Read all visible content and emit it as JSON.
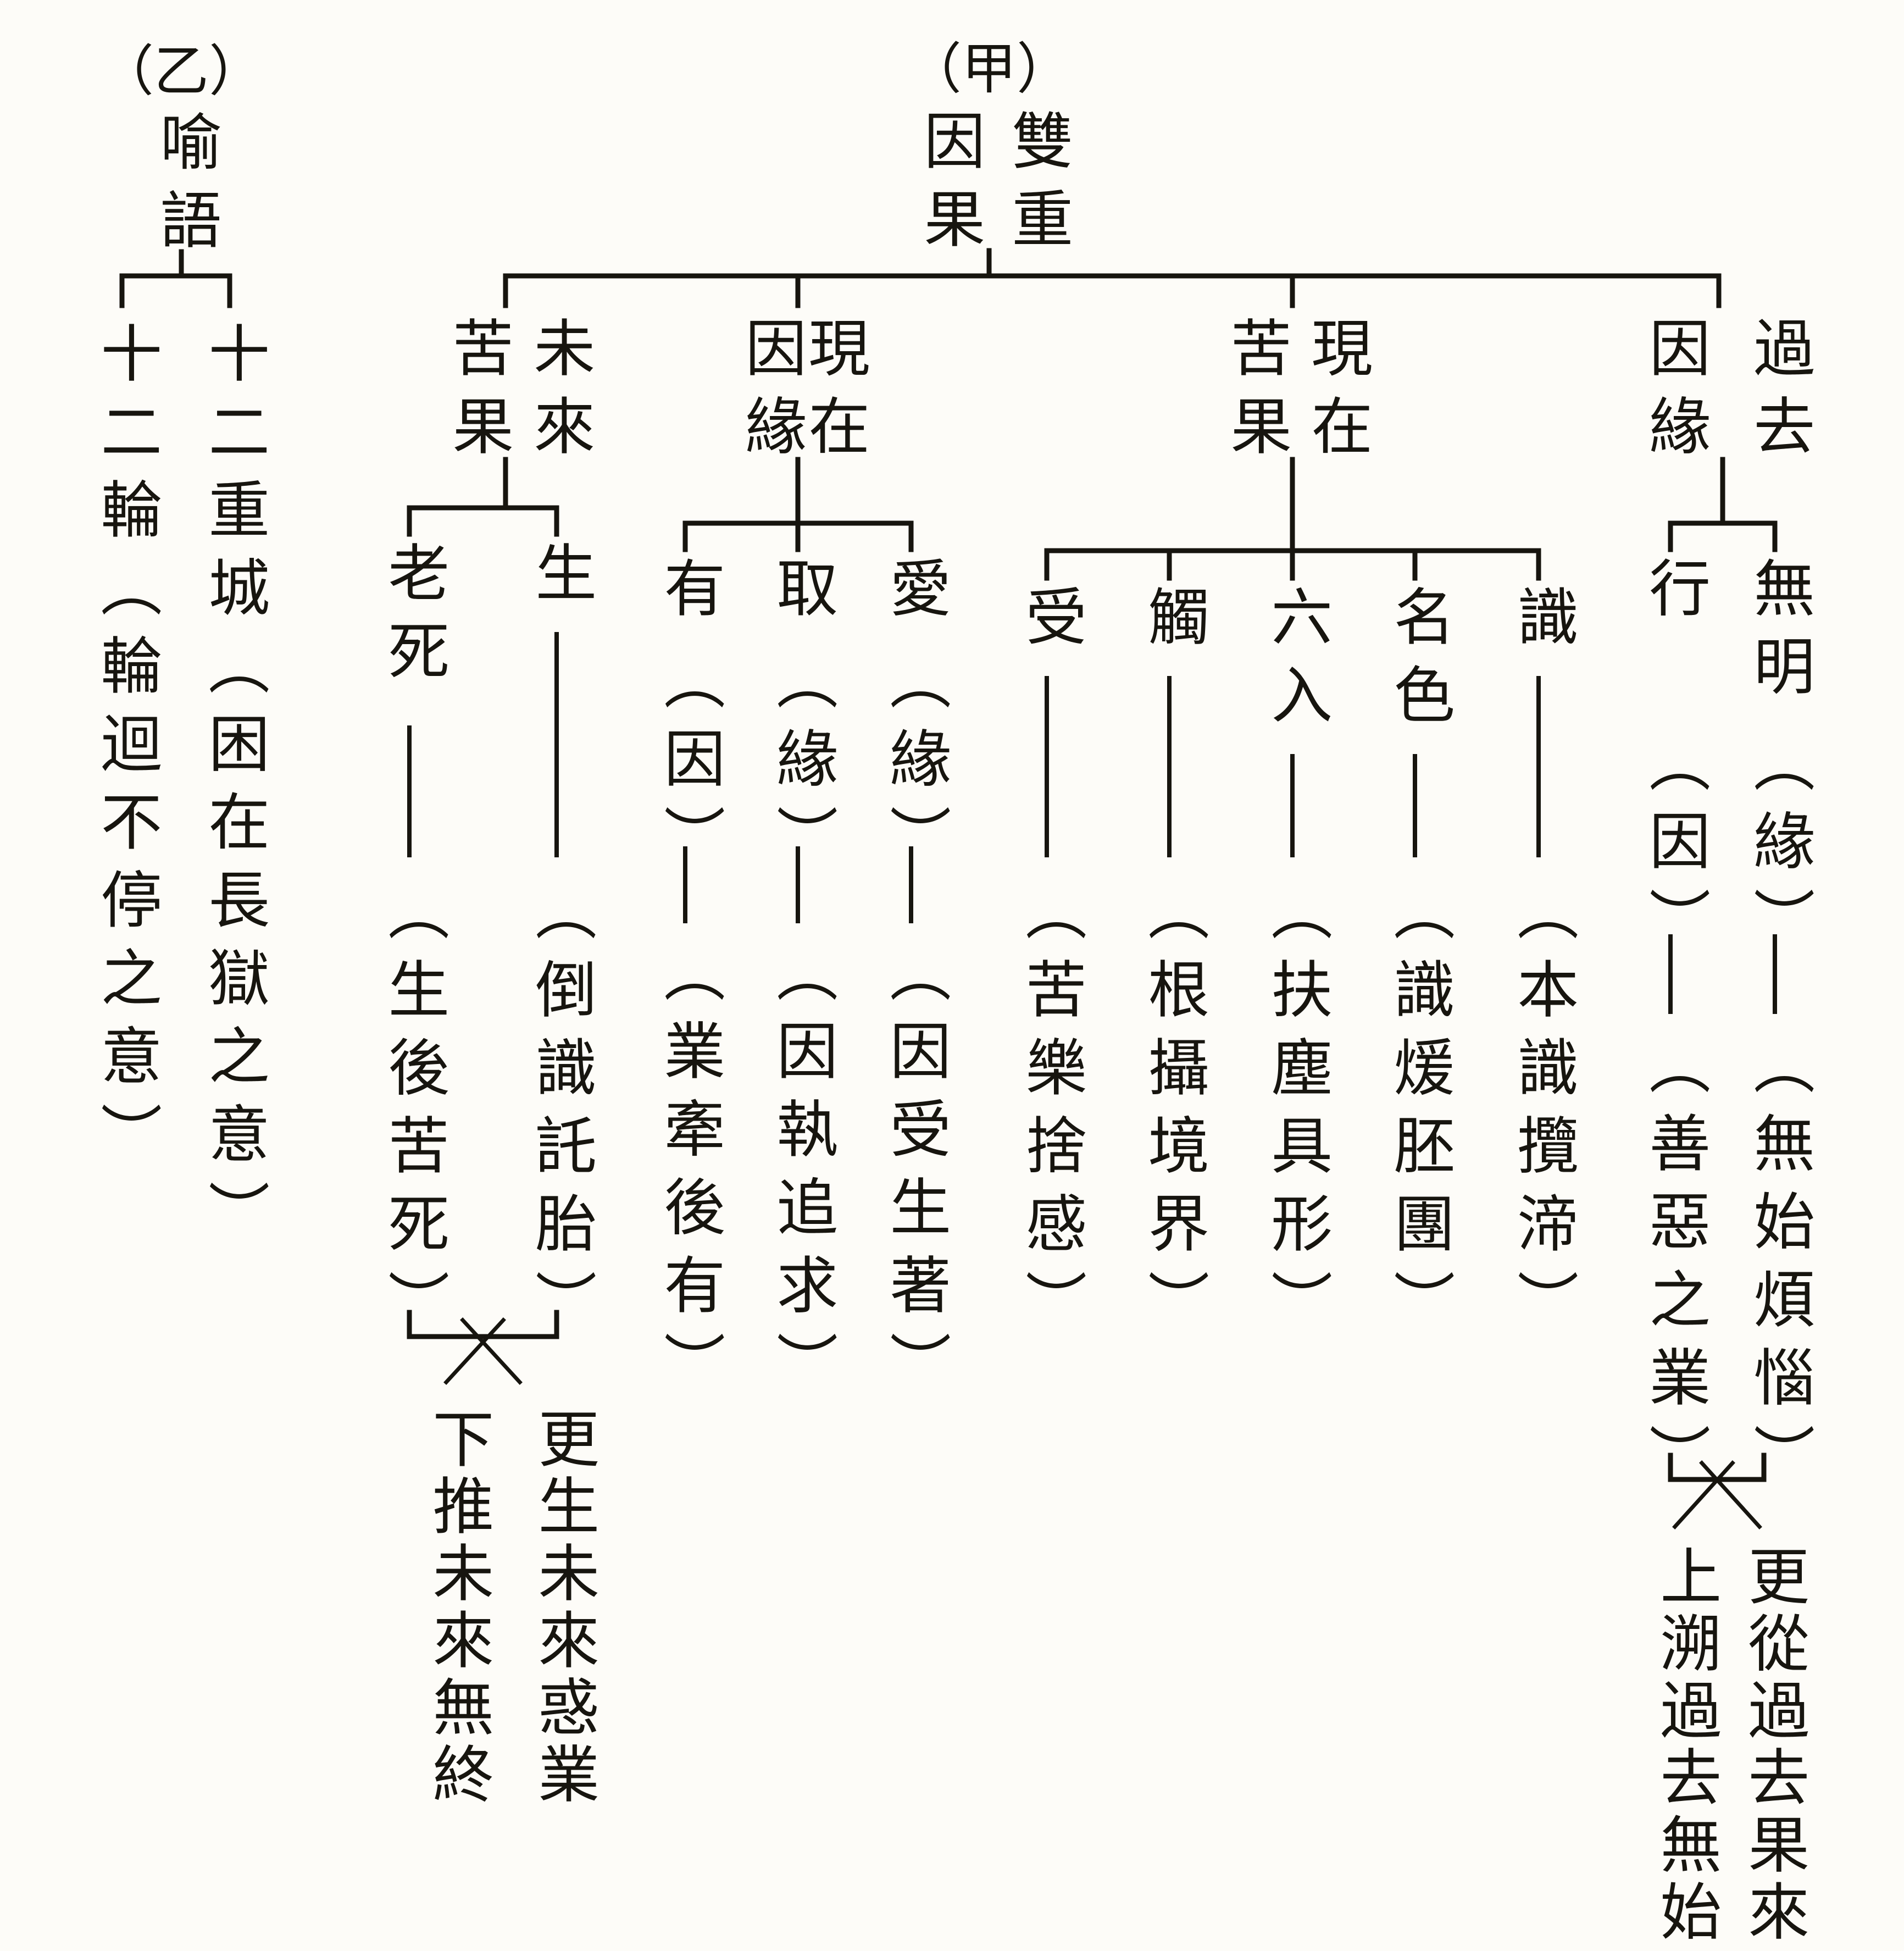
{
  "canvas": {
    "bg": "#fdfcf8",
    "ink": "#17150f"
  },
  "section_jia": {
    "label": "（甲）",
    "title_right": "雙重",
    "title_left": "因果",
    "groups": [
      {
        "name": "past-causes",
        "title_right": "過去",
        "title_left": "因緣",
        "children": [
          {
            "label": "無明",
            "qualifier": "（緣）",
            "annotation": "（無始煩惱）"
          },
          {
            "label": "行",
            "qualifier": "（因）",
            "annotation": "（善惡之業）"
          }
        ],
        "merge_note_right": "更從過去果來",
        "merge_note_left": "上溯過去無始"
      },
      {
        "name": "present-fruits",
        "title_right": "現在",
        "title_left": "苦果",
        "children": [
          {
            "label": "識",
            "annotation": "（本識攬渧）"
          },
          {
            "label": "名色",
            "annotation": "（識煖胚團）"
          },
          {
            "label": "六入",
            "annotation": "（扶塵具形）"
          },
          {
            "label": "觸",
            "annotation": "（根攝境界）"
          },
          {
            "label": "受",
            "annotation": "（苦樂捨感）"
          }
        ]
      },
      {
        "name": "present-causes",
        "title_right": "現在",
        "title_left": "因緣",
        "children": [
          {
            "label": "愛",
            "qualifier": "（緣）",
            "annotation": "（因受生著）"
          },
          {
            "label": "取",
            "qualifier": "（緣）",
            "annotation": "（因執追求）"
          },
          {
            "label": "有",
            "qualifier": "（因）",
            "annotation": "（業牽後有）"
          }
        ]
      },
      {
        "name": "future-fruits",
        "title_right": "未來",
        "title_left": "苦果",
        "children": [
          {
            "label": "生",
            "annotation": "（倒識託胎）"
          },
          {
            "label": "老死",
            "annotation": "（生後苦死）"
          }
        ],
        "merge_note_right": "更生未來惑業",
        "merge_note_left": "下推未來無終"
      }
    ]
  },
  "section_yi": {
    "label": "（乙）",
    "title": "喻語",
    "children": [
      {
        "label": "十二重城（困在長獄之意）"
      },
      {
        "label": "十二輪（輪迴不停之意）"
      }
    ]
  }
}
